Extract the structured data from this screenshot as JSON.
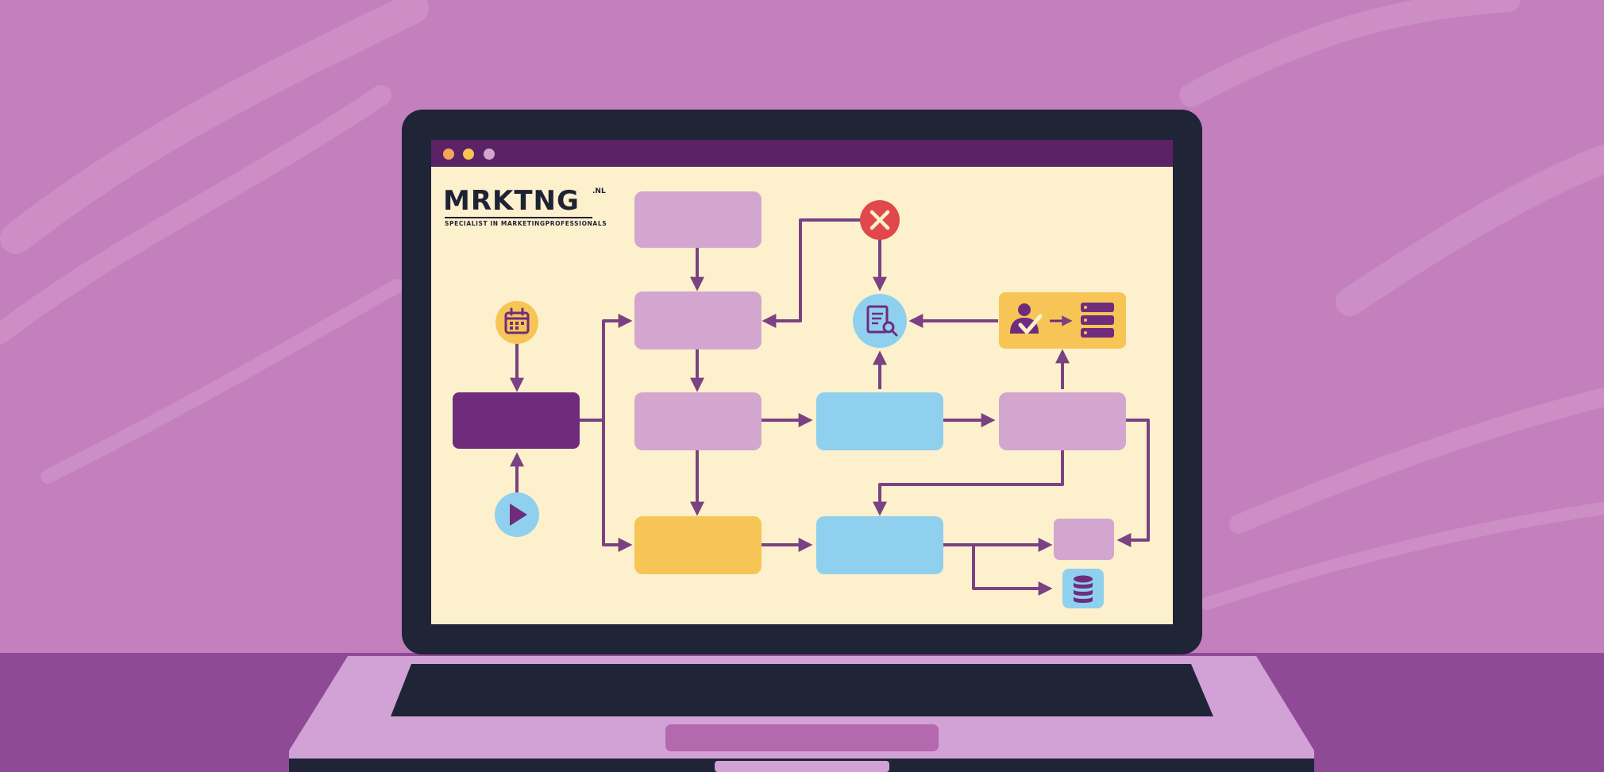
{
  "brand": {
    "name": "MRKTNG",
    "tld": ".NL",
    "tagline": "SPECIALIST IN MARKETINGPROFESSIONALS"
  },
  "colors": {
    "background": "#c47fbd",
    "desk": "#8f4a96",
    "screen_bezel": "#1f2436",
    "screen_canvas": "#fdf0cc",
    "titlebar": "#5b2266",
    "node_lavender": "#d3a6cf",
    "node_purple": "#6f2c7d",
    "node_yellow": "#f6c555",
    "node_blue": "#8fd0ee",
    "arrow": "#7a4283",
    "reject_red": "#e0484c"
  },
  "window_controls": [
    "close-dot",
    "minimize-dot",
    "maximize-dot"
  ],
  "icons": [
    "calendar-icon",
    "play-icon",
    "reject-x-icon",
    "document-search-icon",
    "user-check-icon",
    "server-list-icon",
    "database-icon"
  ]
}
